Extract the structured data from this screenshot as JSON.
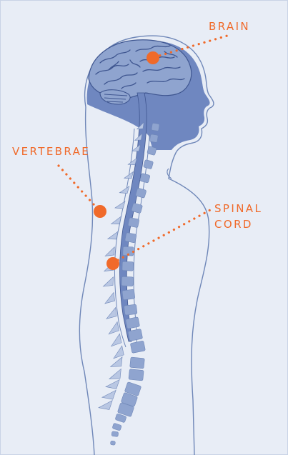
{
  "colors": {
    "background": "#e8edf6",
    "body_outline": "#6f87b8",
    "body_fill_dark": "#6f87c0",
    "body_fill_mid": "#8fa4cf",
    "body_fill_light": "#b9c7e3",
    "brain_fold": "#3f5690",
    "accent": "#f06a2a"
  },
  "labels": {
    "brain": "BRAIN",
    "vertebrae": "VERTEBRAE",
    "spinal_cord_line1": "SPINAL",
    "spinal_cord_line2": "CORD"
  }
}
